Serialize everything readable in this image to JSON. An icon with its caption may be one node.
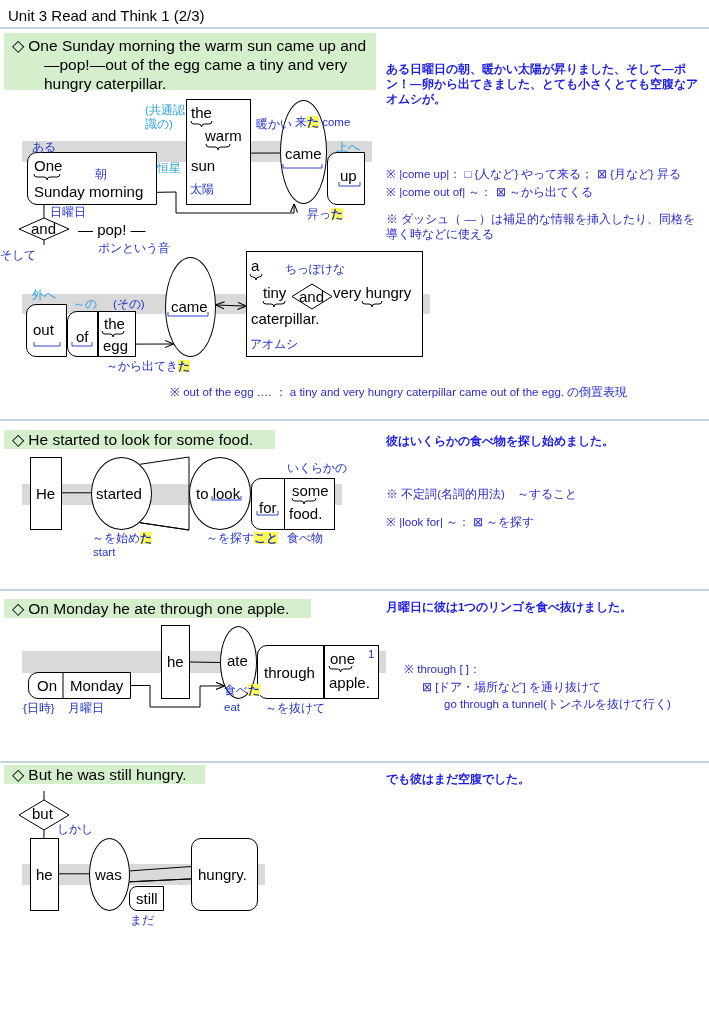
{
  "diagram": {
    "title": "Unit 3 Read and Think 1 (2/3)",
    "nodes": [
      {
        "text": [
          "◇ One Sunday morning the warm sun came up and—pop!—out of the egg came a tiny and very hungry caterpillar."
        ]
      },
      {
        "text": [
          "One",
          "Sunday morning"
        ]
      },
      {
        "text": [
          "the",
          "warm",
          "sun"
        ]
      },
      {
        "text": [
          "came"
        ]
      },
      {
        "text": [
          "up"
        ]
      },
      {
        "text": [
          "and"
        ]
      },
      {
        "text": [
          "out"
        ]
      },
      {
        "text": [
          "of"
        ]
      },
      {
        "text": [
          "the",
          "egg"
        ]
      },
      {
        "text": [
          "came"
        ]
      },
      {
        "text": [
          "a",
          "tiny",
          "very hungry",
          "caterpillar."
        ]
      },
      {
        "text": [
          "and"
        ],
        "in": 10
      },
      {
        "text": [
          "◇ He started to look for some food."
        ]
      },
      {
        "text": [
          "He"
        ]
      },
      {
        "text": [
          "started"
        ]
      },
      {
        "text": [
          "to look"
        ]
      },
      {
        "text": [
          "for"
        ]
      },
      {
        "text": [
          "some",
          "food."
        ]
      },
      {
        "text": [
          "◇ On Monday he ate through one apple."
        ]
      },
      {
        "text": [
          "On",
          "Monday"
        ]
      },
      {
        "text": [
          "he"
        ]
      },
      {
        "text": [
          "ate"
        ]
      },
      {
        "text": [
          "through"
        ]
      },
      {
        "text": [
          "one",
          "apple."
        ]
      },
      {
        "text": [
          "◇ But he was still hungry."
        ]
      },
      {
        "text": [
          "but"
        ]
      },
      {
        "text": [
          "he"
        ]
      },
      {
        "text": [
          "was"
        ]
      },
      {
        "text": [
          "still"
        ]
      },
      {
        "text": [
          "hungry."
        ]
      }
    ],
    "edges": [
      {
        "from": 1,
        "to": 3,
        "arrow": "to"
      },
      {
        "from": 2,
        "to": 3,
        "arrow": "none"
      },
      {
        "from": 1,
        "to": 5,
        "arrow": "none"
      },
      {
        "from": 5,
        "to": null,
        "arrow": "none"
      },
      {
        "from": 8,
        "to": 9,
        "arrow": "to"
      },
      {
        "from": 9,
        "to": 10,
        "arrow": "both"
      },
      {
        "from": 13,
        "to": 14,
        "arrow": "none"
      },
      {
        "from": 14,
        "to": 15,
        "arrow": "none"
      },
      {
        "from": 19,
        "to": 21,
        "arrow": "to"
      },
      {
        "from": 20,
        "to": 21,
        "arrow": "none"
      },
      {
        "from": null,
        "to": 25,
        "arrow": "none"
      },
      {
        "from": 25,
        "to": 26,
        "arrow": "none"
      },
      {
        "from": 26,
        "to": 27,
        "arrow": "none"
      },
      {
        "from": 27,
        "to": 29,
        "arrow": "none"
      }
    ],
    "labels": [
      "ある日曜日の朝、暖かい太陽が昇りました、そして―ポン！―卵から出てきました、とても小さくとても空腹なアオムシが。",
      "(共通認識の)",
      "暖かい",
      "来**た** come",
      "ある",
      "上へ",
      "恒星",
      "朝",
      "※ |come up|： □ {人など} やって来る； ⊠ {月など} 昇る",
      "太陽",
      "※ |come out of| ～： ⊠ ～から出てくる",
      "日曜日",
      "昇っ**た**",
      "※ ダッシュ（ ― ）は補足的な情報を挿入したり、同格を導く時などに使える",
      "— pop! —",
      "そして",
      "ポンという音",
      "ちっぽけな",
      "外へ",
      "～の",
      "(その)",
      "アオムシ",
      "～から出てき**た**",
      "※ out of the egg …. ： a tiny and very hungry caterpillar came out of the egg. の倒置表現",
      "彼はいくらかの食べ物を探し始めました。",
      "いくらかの",
      "※ 不定詞(名詞的用法)　～すること",
      "※ |look for| ～： ⊠ ～を探す",
      "～を始め**た**",
      "～を探す**こと**",
      "食べ物",
      "start",
      "月曜日に彼は1つのリンゴを食べ抜けました。",
      "1",
      "※ through [ ]：",
      "食べ**た**",
      "⊠ [ドア・場所など] を通り抜けて",
      "{日時}",
      "月曜日",
      "eat",
      "～を抜けて",
      "go through a tunnel(トンネルを抜けて行く)",
      "でも彼はまだ空腹でした。",
      "しかし",
      "まだ"
    ]
  }
}
